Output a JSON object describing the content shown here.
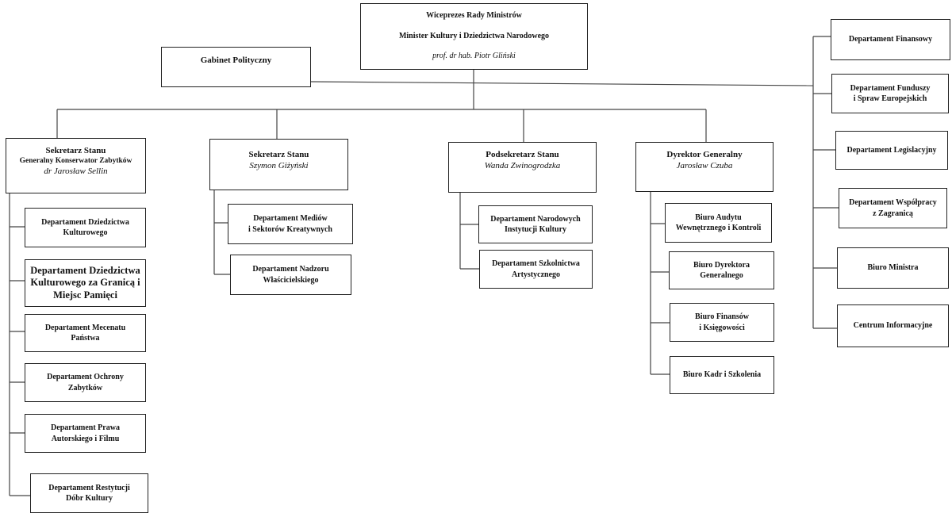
{
  "top": {
    "title": "Wiceprezes Rady Ministrów",
    "subtitle": "Minister Kultury i Dziedzictwa Narodowego",
    "person": "prof. dr hab. Piotr Gliński"
  },
  "cabinet": {
    "label": "Gabinet Polityczny"
  },
  "branches": [
    {
      "title": "Sekretarz Stanu",
      "subtitle": "Generalny Konserwator Zabytków",
      "person": "dr Jarosław Sellin",
      "units": [
        "Departament Dziedzictwa\nKulturowego",
        "Departament Dziedzictwa\nKulturowego za Granicą i\nMiejsc Pamięci",
        "Departament Mecenatu\nPaństwa",
        "Departament Ochrony\nZabytków",
        "Departament Prawa\nAutorskiego i Filmu",
        "Departament Restytucji\nDóbr Kultury"
      ]
    },
    {
      "title": "Sekretarz Stanu",
      "person": "Szymon Giżyński",
      "units": [
        "Departament Mediów\ni Sektorów Kreatywnych",
        "Departament Nadzoru\nWłaścicielskiego"
      ]
    },
    {
      "title": "Podsekretarz Stanu",
      "person": "Wanda Zwinogrodzka",
      "units": [
        "Departament Narodowych\nInstytucji Kultury",
        "Departament Szkolnictwa\nArtystycznego"
      ]
    },
    {
      "title": "Dyrektor Generalny",
      "person": "Jarosław Czuba",
      "units": [
        "Biuro Audytu\nWewnętrznego i Kontroli",
        "Biuro Dyrektora\nGeneralnego",
        "Biuro Finansów\ni Księgowości",
        "Biuro Kadr i Szkolenia"
      ]
    }
  ],
  "minister_units": [
    "Departament Finansowy",
    "Departament Funduszy\ni Spraw Europejskich",
    "Departament Legislacyjny",
    "Departament Współpracy\nz Zagranicą",
    "Biuro Ministra",
    "Centrum Informacyjne"
  ]
}
